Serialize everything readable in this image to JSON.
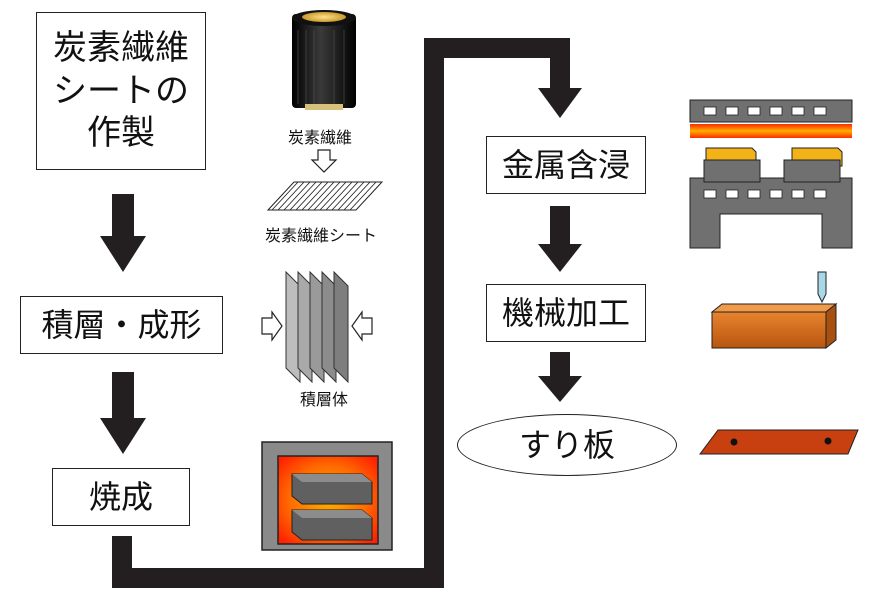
{
  "steps": {
    "carbon_sheet": "炭素繊維シートの作製",
    "carbon_sheet_lines": [
      "炭素繊維",
      "シートの",
      "作製"
    ],
    "lamination": "積層・成形",
    "firing": "焼成",
    "metal_impregnation": "金属含浸",
    "machining": "機械加工",
    "product": "すり板"
  },
  "labels": {
    "fiber": "炭素繊維",
    "fiber_sheet": "炭素繊維シート",
    "laminate": "積層体"
  },
  "colors": {
    "arrow": "#231f20",
    "furnace_hot": "#ff3a00",
    "furnace_glow": "#ffb000",
    "block_gray": "#6b6b6b",
    "press_gray": "#707070",
    "machined_block": "#d2691e",
    "plate": "#c8400f"
  },
  "icons": [
    "fiber-spool-icon",
    "fiber-sheet-icon",
    "laminate-stack-icon",
    "furnace-icon",
    "impregnation-press-icon",
    "machining-tool-icon",
    "finished-plate-icon"
  ]
}
